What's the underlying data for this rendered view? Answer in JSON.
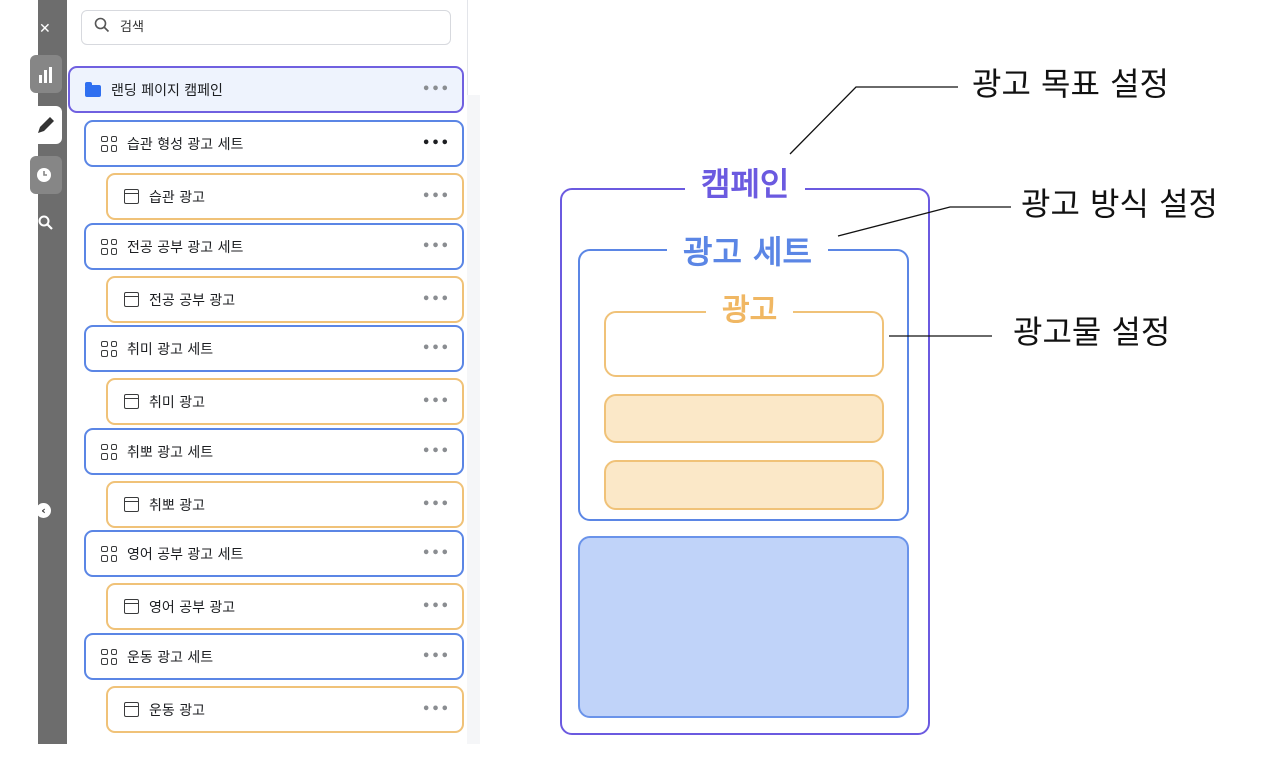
{
  "search": {
    "value": "검색"
  },
  "tree": {
    "campaign": {
      "label": "랜딩 페이지 캠페인",
      "icon": "folder-icon",
      "more": "•••"
    },
    "groups": [
      {
        "adset": "습관 형성 광고 세트",
        "ad": "습관 광고"
      },
      {
        "adset": "전공 공부 광고 세트",
        "ad": "전공 공부 광고"
      },
      {
        "adset": "취미 광고 세트",
        "ad": "취미 광고"
      },
      {
        "adset": "취뽀 광고 세트",
        "ad": "취뽀 광고"
      },
      {
        "adset": "영어 공부 광고 세트",
        "ad": "영어 공부 광고"
      },
      {
        "adset": "운동 광고 세트",
        "ad": "운동 광고"
      }
    ],
    "more": "•••",
    "adset_icon": "grid-icon",
    "ad_icon": "ad-window-icon"
  },
  "diagram": {
    "campaign_label": "캠페인",
    "adset_label": "광고 세트",
    "ad_label": "광고",
    "annotations": {
      "campaign": "광고 목표 설정",
      "adset": "광고 방식 설정",
      "ad": "광고물 설정"
    }
  },
  "colors": {
    "campaign": "#6b5ae0",
    "adset": "#5b86e5",
    "ad": "#f0c278",
    "ad_fill": "#fbe8c8",
    "blue_fill": "#c0d3f9"
  }
}
